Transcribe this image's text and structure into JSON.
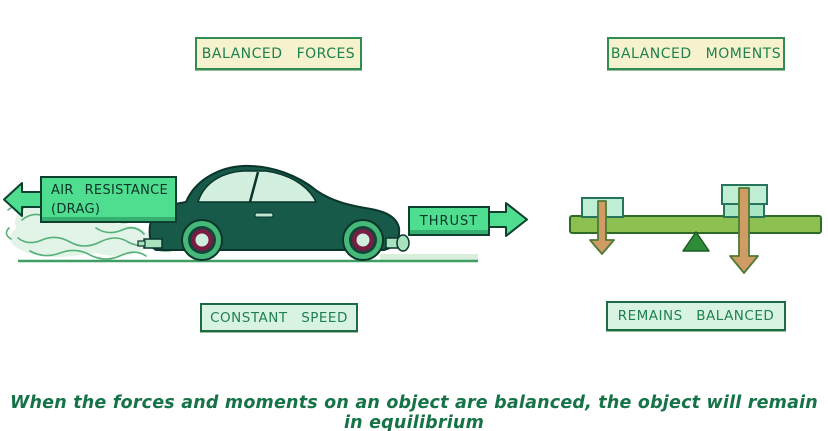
{
  "headers": {
    "balanced_forces": "BALANCED FORCES",
    "balanced_moments": "BALANCED MOMENTS"
  },
  "forces_diagram": {
    "air_resistance_line1": "AIR RESISTANCE",
    "air_resistance_line2": "(DRAG)",
    "thrust_label": "THRUST",
    "caption": "CONSTANT SPEED"
  },
  "moments_diagram": {
    "caption": "REMAINS BALANCED"
  },
  "footer": {
    "text": "When the forces and moments on an object are balanced, the object will remain in equilibrium"
  },
  "colors": {
    "force_arrow_green": "#4fdd90",
    "dark_outline": "#0e4030",
    "cream_box_bg": "#f6f2cd",
    "pale_box_bg": "#d9f3e3",
    "box_border_green": "#2f8c52",
    "label_text_green": "#1f8050",
    "car_body_teal": "#175a4a",
    "window_mint": "#d3efe0",
    "wheel_maroon": "#7a1d44",
    "smoke_fill": "#e2f4e7",
    "beam_green": "#8cc152",
    "fulcrum_green": "#2e8b38",
    "weight_block_mint": "#c0eed4",
    "moment_arrow_tan": "#cf9c65",
    "footer_text_green": "#157347",
    "background": "#ffffff"
  }
}
